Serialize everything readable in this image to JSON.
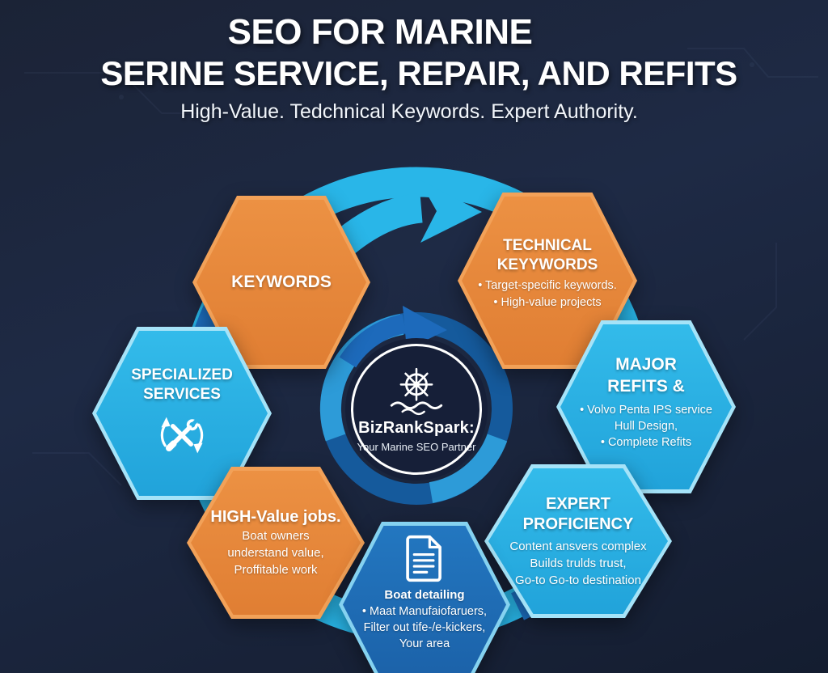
{
  "header": {
    "title_line1": "SEO FOR MARINE",
    "title_line2": "SERINE SERVICE, REPAIR, AND REFITS",
    "subtitle": "High-Value. Tedchnical Keywords. Expert Authority."
  },
  "center_badge": {
    "icon": "ship-helm-icon",
    "brand": "BizRankSpark:",
    "tagline": "Your Marine SEO Partner"
  },
  "hexagons": {
    "keywords": {
      "title": "KEYWORDS"
    },
    "technical": {
      "title_line1": "TECHNICAL",
      "title_line2": "KEYYWORDS",
      "bullets": [
        "• Target-specific keywords.",
        "• High-value projects"
      ]
    },
    "specialized": {
      "title_line1": "SPECIALIZED",
      "title_line2": "SERVICES",
      "icon": "tools-sync-icon"
    },
    "major_refits": {
      "title_line1": "MAJOR",
      "title_line2": "REFITS &",
      "bullets": [
        "• Volvo Penta IPS service",
        "Hull Design,",
        "• Complete Refits"
      ]
    },
    "high_value": {
      "title": "HIGH-Value jobs.",
      "lines": [
        "Boat owners",
        "understand value,",
        "Proffitable work"
      ]
    },
    "expert": {
      "title_line1": "EXPERT",
      "title_line2": "PROFICIENCY",
      "lines": [
        "Content ansvers complex",
        "Builds trulds trust,",
        "Go-to Go-to destination"
      ]
    },
    "local_niche": {
      "icon": "document-icon",
      "lines": [
        "Boat detailing",
        "• Maat Manufaiofaruers,",
        "Filter out tife-/e-kickers,",
        "Your area"
      ]
    }
  },
  "colors": {
    "background": "#1C2A45",
    "orange_fill": "#E6873C",
    "orange_border": "#F2A158",
    "light_blue_fill": "#29AFE3",
    "light_blue_border": "#A5E3F8",
    "dark_blue_fill": "#1F6CB4",
    "cyan_arrow": "#29B6E8",
    "blue_arrow": "#1D6FC0",
    "center_circle": "#161F38",
    "center_ring_dark": "#155A9C",
    "center_ring_light": "#2D9BD8",
    "text": "#FFFFFF"
  }
}
